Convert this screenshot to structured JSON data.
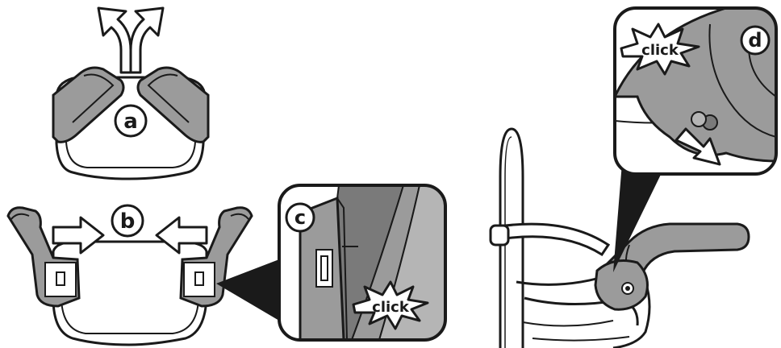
{
  "steps": {
    "a": {
      "label": "a"
    },
    "b": {
      "label": "b"
    },
    "c": {
      "label": "c",
      "click_text": "click"
    },
    "d": {
      "label": "d",
      "click_text": "click"
    }
  },
  "colors": {
    "stroke": "#1a1a1a",
    "tray_gray": "#9b9b9b",
    "tray_dark": "#7a7a7a",
    "white": "#ffffff"
  }
}
